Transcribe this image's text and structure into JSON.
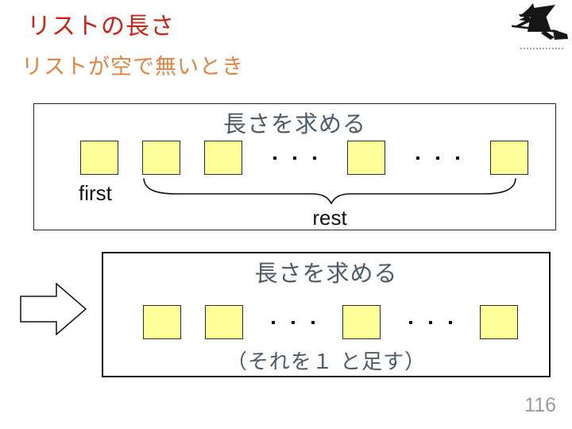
{
  "slide": {
    "title": "リストの長さ",
    "subtitle": "リストが空で無いとき",
    "page_number": "116"
  },
  "colors": {
    "title_red": "#CB2318",
    "subtitle_orange": "#DE8445",
    "box_text_slate": "#4E5A65",
    "cell_yellow": "#FFFF99",
    "page_gray": "#9B9B9B"
  },
  "logo": {
    "icon": "witch-on-broom"
  },
  "diagram": {
    "box_not_empty": {
      "title": "長さを求める",
      "first_label": "first",
      "rest_label": "rest",
      "cells": [
        "square",
        "square",
        "square",
        "dots",
        "square",
        "dots",
        "square"
      ]
    },
    "arrow_icon": "block-arrow-right",
    "box_result": {
      "title": "長さを求める",
      "note": "（それを１ と足す）",
      "cells": [
        "square",
        "square",
        "dots",
        "square",
        "dots",
        "square"
      ]
    }
  }
}
